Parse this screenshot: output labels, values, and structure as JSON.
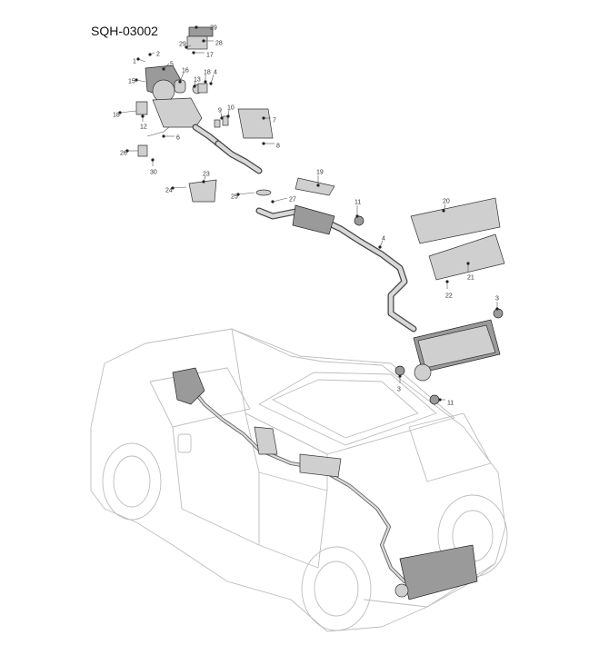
{
  "title": "SQH-03002",
  "callouts": [
    {
      "id": "c29a",
      "label": "29"
    },
    {
      "id": "c29b",
      "label": "29"
    },
    {
      "id": "c28",
      "label": "28"
    },
    {
      "id": "c17",
      "label": "17"
    },
    {
      "id": "c1",
      "label": "1"
    },
    {
      "id": "c2",
      "label": "2"
    },
    {
      "id": "c5",
      "label": "5"
    },
    {
      "id": "c16",
      "label": "16"
    },
    {
      "id": "c15",
      "label": "15"
    },
    {
      "id": "c13",
      "label": "13"
    },
    {
      "id": "c18a",
      "label": "18"
    },
    {
      "id": "c4",
      "label": "4"
    },
    {
      "id": "c18b",
      "label": "18"
    },
    {
      "id": "c12",
      "label": "12"
    },
    {
      "id": "c9",
      "label": "9"
    },
    {
      "id": "c10",
      "label": "10"
    },
    {
      "id": "c7",
      "label": "7"
    },
    {
      "id": "c6",
      "label": "6"
    },
    {
      "id": "c26",
      "label": "26"
    },
    {
      "id": "c30",
      "label": "30"
    },
    {
      "id": "c8",
      "label": "8"
    },
    {
      "id": "c23",
      "label": "23"
    },
    {
      "id": "c24",
      "label": "24"
    },
    {
      "id": "c19",
      "label": "19"
    },
    {
      "id": "c25",
      "label": "25"
    },
    {
      "id": "c27",
      "label": "27"
    },
    {
      "id": "c11a",
      "label": "11"
    },
    {
      "id": "c20",
      "label": "20"
    },
    {
      "id": "c4b",
      "label": "4"
    },
    {
      "id": "c21",
      "label": "21"
    },
    {
      "id": "c22",
      "label": "22"
    },
    {
      "id": "c3a",
      "label": "3"
    },
    {
      "id": "c3b",
      "label": "3"
    },
    {
      "id": "c11b",
      "label": "11"
    }
  ]
}
